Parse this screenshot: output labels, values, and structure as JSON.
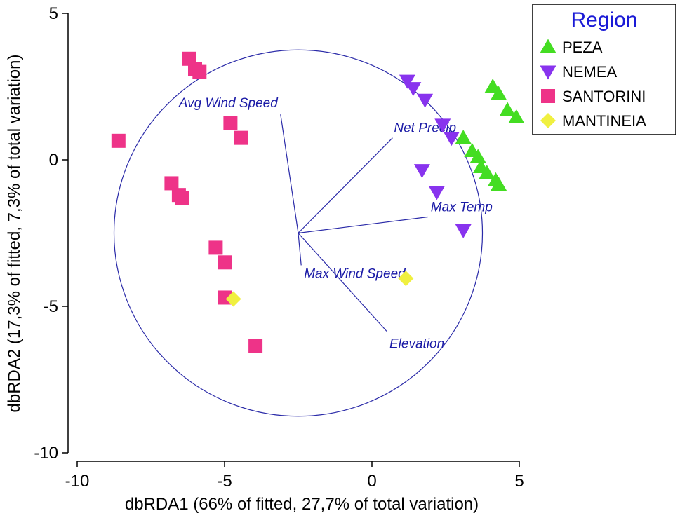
{
  "chart_data": {
    "type": "scatter",
    "title": "",
    "xlabel": "dbRDA1 (66% of fitted, 27,7% of total variation)",
    "ylabel": "dbRDA2 (17,3% of fitted, 7,3% of total variation)",
    "xlim": [
      -10,
      5
    ],
    "ylim": [
      -10,
      5
    ],
    "xticks": [
      -10,
      -5,
      0,
      5
    ],
    "yticks": [
      -10,
      -5,
      0,
      5
    ],
    "grid": false,
    "legend": {
      "title": "Region",
      "position": "top-right"
    },
    "series": [
      {
        "name": "PEZA",
        "marker": "triangle-up",
        "color": "#44dd22",
        "points": [
          [
            4.1,
            2.5
          ],
          [
            4.3,
            2.25
          ],
          [
            4.6,
            1.7
          ],
          [
            4.9,
            1.45
          ],
          [
            3.1,
            0.75
          ],
          [
            3.4,
            0.3
          ],
          [
            3.6,
            0.1
          ],
          [
            3.7,
            -0.25
          ],
          [
            3.9,
            -0.45
          ],
          [
            4.2,
            -0.7
          ],
          [
            4.3,
            -0.85
          ]
        ]
      },
      {
        "name": "NEMEA",
        "marker": "triangle-down",
        "color": "#8833ee",
        "points": [
          [
            1.2,
            2.7
          ],
          [
            1.4,
            2.45
          ],
          [
            1.8,
            2.05
          ],
          [
            2.4,
            1.2
          ],
          [
            2.7,
            0.75
          ],
          [
            1.7,
            -0.35
          ],
          [
            2.2,
            -1.1
          ],
          [
            3.1,
            -2.4
          ]
        ]
      },
      {
        "name": "SANTORINI",
        "marker": "square",
        "color": "#ee3388",
        "points": [
          [
            -6.2,
            3.45
          ],
          [
            -6.0,
            3.1
          ],
          [
            -5.85,
            3.0
          ],
          [
            -8.6,
            0.65
          ],
          [
            -4.8,
            1.25
          ],
          [
            -4.45,
            0.75
          ],
          [
            -6.8,
            -0.8
          ],
          [
            -6.55,
            -1.2
          ],
          [
            -6.45,
            -1.3
          ],
          [
            -5.3,
            -3.0
          ],
          [
            -5.0,
            -3.5
          ],
          [
            -5.0,
            -4.7
          ],
          [
            -3.95,
            -6.35
          ]
        ]
      },
      {
        "name": "MANTINEIA",
        "marker": "diamond",
        "color": "#f0f040",
        "points": [
          [
            -4.7,
            -4.75
          ],
          [
            1.15,
            -4.05
          ]
        ]
      }
    ],
    "vectors": {
      "origin": [
        -2.5,
        -2.5
      ],
      "items": [
        {
          "label": "Avg Wind Speed",
          "end": [
            -3.1,
            1.55
          ]
        },
        {
          "label": "Net Precip",
          "end": [
            0.7,
            0.75
          ]
        },
        {
          "label": "Max Temp",
          "end": [
            1.9,
            -1.95
          ]
        },
        {
          "label": "Max Wind Speed",
          "end": [
            -2.4,
            -3.6
          ]
        },
        {
          "label": "Elevation",
          "end": [
            0.5,
            -5.85
          ]
        }
      ]
    },
    "circle": {
      "center": [
        -2.5,
        -2.5
      ],
      "radius": 6.25
    }
  }
}
